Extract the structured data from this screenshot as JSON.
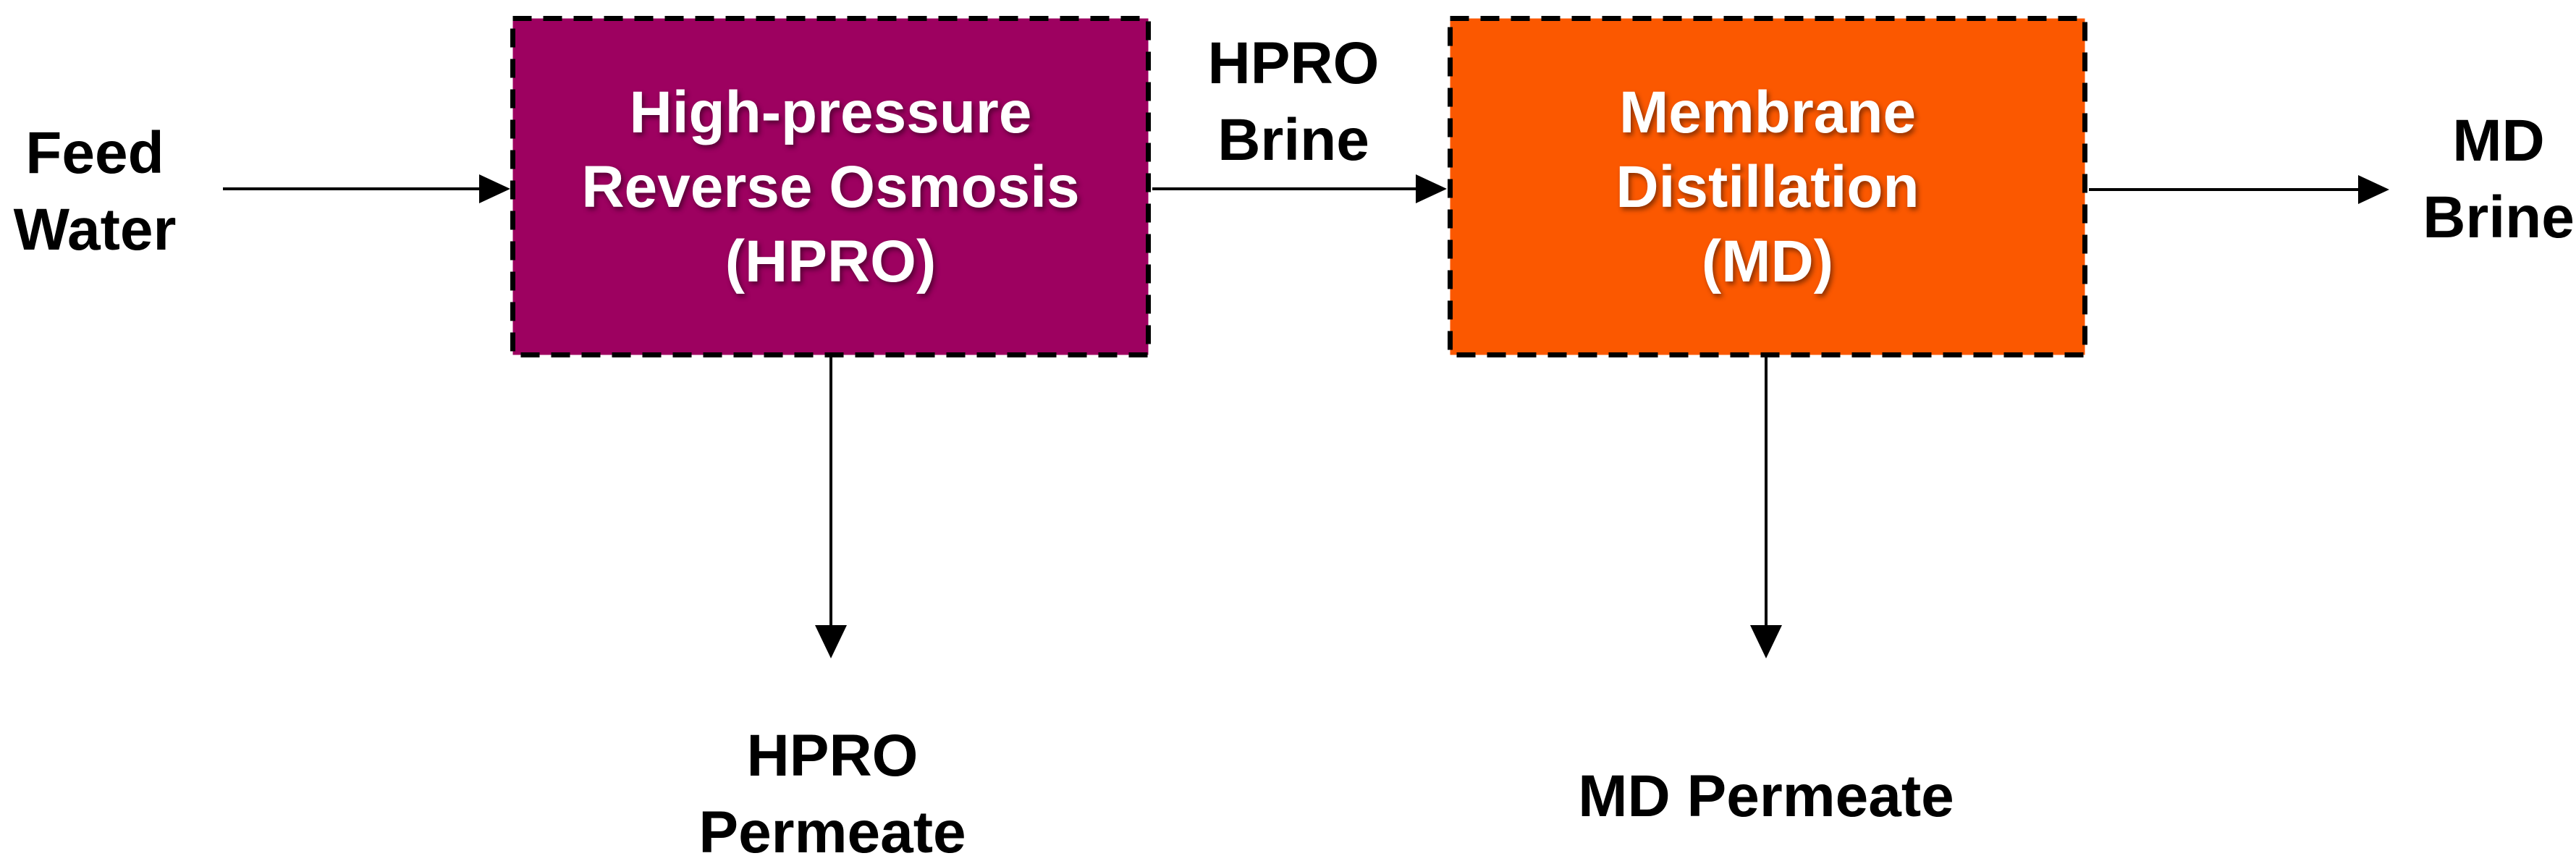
{
  "diagram": {
    "type": "process-flow",
    "background": "#FFFFFF",
    "ink_color": "#000000",
    "nodes": [
      {
        "id": "hpro",
        "lines": [
          "High-pressure",
          "Reverse Osmosis",
          "(HPRO)"
        ],
        "fill": "#9D0160",
        "text_color": "#FFFFFF",
        "border_color": "#000000",
        "border_style": "dashed"
      },
      {
        "id": "md",
        "lines": [
          "Membrane",
          "Distillation",
          "(MD)"
        ],
        "fill": "#FB5800",
        "text_color": "#FFFFFF",
        "border_color": "#000000",
        "border_style": "dashed"
      }
    ],
    "labels": {
      "feed_water": {
        "lines": [
          "Feed",
          "Water"
        ]
      },
      "hpro_brine": {
        "lines": [
          "HPRO",
          "Brine"
        ]
      },
      "md_brine": {
        "lines": [
          "MD",
          "Brine"
        ]
      },
      "hpro_permeate": {
        "lines": [
          "HPRO",
          "Permeate"
        ]
      },
      "md_permeate": {
        "lines": [
          "MD Permeate"
        ]
      }
    },
    "flows": [
      {
        "from": "Feed Water",
        "to": "HPRO"
      },
      {
        "from": "HPRO",
        "to": "MD",
        "stream": "HPRO Brine"
      },
      {
        "from": "MD",
        "to": "MD Brine"
      },
      {
        "from": "HPRO",
        "to": "HPRO Permeate"
      },
      {
        "from": "MD",
        "to": "MD Permeate"
      }
    ]
  }
}
